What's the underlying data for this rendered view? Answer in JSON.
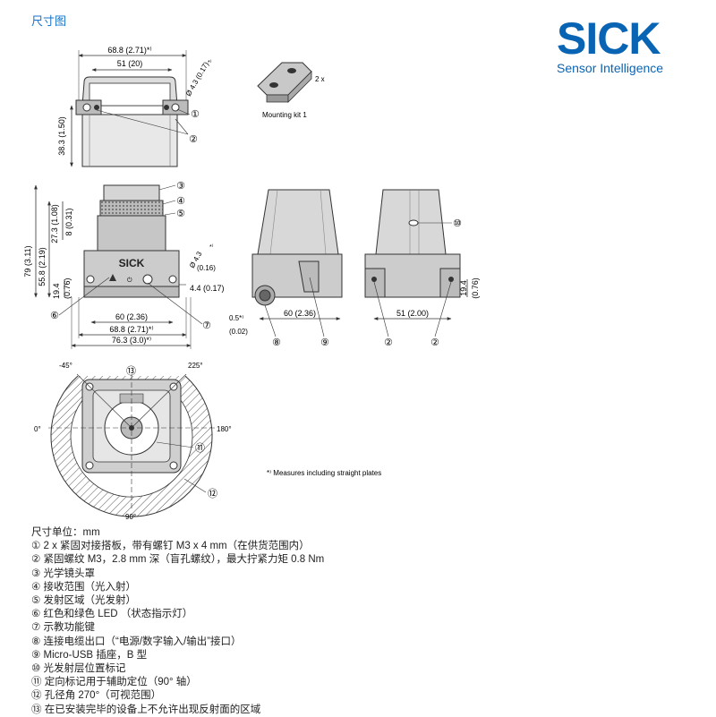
{
  "header": {
    "title": "尺寸图"
  },
  "brand": {
    "name": "SICK",
    "tagline": "Sensor Intelligence",
    "color": "#0a64b4"
  },
  "top_view": {
    "dim_overall": "68.8 (2.71)*⁾",
    "dim_inner": "51 (20)",
    "dim_height": "38.3 (1.50)",
    "dim_hole": "Ø 4.3 (0.17)",
    "dim_hole_sup": "*⁾",
    "callout_1": "①",
    "callout_2": "②"
  },
  "mounting_kit": {
    "label": "Mounting kit 1",
    "qty": "2 x"
  },
  "front_view": {
    "dim_total_h": "79 (3.11)",
    "dim_55": "55.8 (2.19)",
    "dim_27": "27.3 (1.08)",
    "dim_8": "8 (0.31)",
    "dim_19": "19.4",
    "dim_19_in": "(0.76)",
    "dim_60": "60 (2.36)",
    "dim_68": "68.8 (2.71)*⁾",
    "dim_76": "76.3 (3.0)*⁾",
    "dim_hole": "Ø 4.3",
    "dim_hole_in": "(0.16)",
    "dim_hole_sup": "*⁾",
    "dim_4_4": "4.4 (0.17)",
    "brand_mark": "SICK",
    "button_mark": "⏻",
    "callouts": [
      "③",
      "④",
      "⑤",
      "⑥",
      "⑦"
    ]
  },
  "side_view": {
    "dim_05": "0.5*⁾",
    "dim_002": "(0.02)",
    "dim_60": "60 (2.36)",
    "callouts": [
      "⑧",
      "⑨"
    ]
  },
  "rear_view": {
    "dim_51": "51 (2.00)",
    "dim_19": "19.4",
    "dim_076": "(0.76)",
    "callouts": [
      "⑩",
      "②",
      "②"
    ]
  },
  "bottom_view": {
    "angle_m45": "-45°",
    "angle_225": "225°",
    "angle_0": "0°",
    "angle_180": "180°",
    "angle_90": "90°",
    "callouts": [
      "⑬",
      "⑪",
      "⑫"
    ]
  },
  "footnote": "*⁾ Measures including straight plates",
  "legend": [
    "尺寸单位：mm",
    "① 2 x 紧固对接搭板，带有螺钉 M3 x 4 mm（在供货范围内）",
    "② 紧固螺纹 M3，2.8 mm 深（盲孔螺纹），最大拧紧力矩 0.8 Nm",
    "③ 光学镜头罩",
    "④ 接收范围（光入射）",
    "⑤ 发射区域（光发射）",
    "⑥ 红色和绿色 LED （状态指示灯）",
    "⑦ 示教功能键",
    "⑧ 连接电缆出口（“电源/数字输入/输出”接口）",
    "⑨ Micro-USB 插座，B 型",
    "⑩ 光发射层位置标记",
    "⑪ 定向标记用于辅助定位（90° 轴）",
    "⑫ 孔径角 270°（可视范围）",
    "⑬ 在已安装完毕的设备上不允许出现反射面的区域"
  ]
}
